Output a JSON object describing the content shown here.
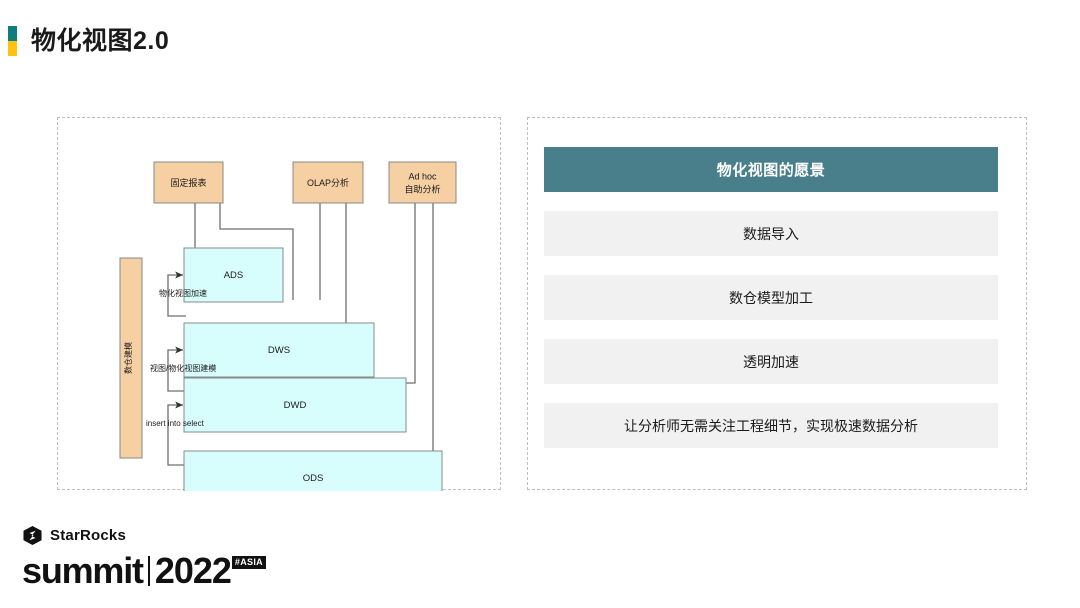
{
  "title": {
    "text": "物化视图2.0",
    "accent_top_color": "#0d7d7d",
    "accent_bottom_color": "#ffc20e"
  },
  "diagram": {
    "side_label": "数仓建模",
    "consumers": [
      {
        "id": "fixed-report",
        "label": "固定报表"
      },
      {
        "id": "olap-analysis",
        "label": "OLAP分析"
      },
      {
        "id": "ad-hoc",
        "label_line1": "Ad hoc",
        "label_line2": "自助分析"
      }
    ],
    "layers": [
      {
        "id": "ads",
        "label": "ADS"
      },
      {
        "id": "dws",
        "label": "DWS"
      },
      {
        "id": "dwd",
        "label": "DWD"
      },
      {
        "id": "ods",
        "label": "ODS"
      }
    ],
    "edge_labels": [
      {
        "id": "mv-accelerate",
        "text": "物化视图加速"
      },
      {
        "id": "view-mv-modeling",
        "text": "视图/物化视图建模"
      },
      {
        "id": "insert-into-select",
        "text": "insert into select"
      }
    ],
    "colors": {
      "consumer_fill": "#f6cfa3",
      "layer_fill": "#d8fdfd",
      "stroke": "#8a8a8a",
      "connector": "#6f6f6f"
    }
  },
  "vision": {
    "header": "物化视图的愿景",
    "items": [
      "数据导入",
      "数仓模型加工",
      "透明加速",
      "让分析师无需关注工程细节，实现极速数据分析"
    ],
    "header_color": "#497f8b",
    "item_color": "#f1f1f1"
  },
  "footer": {
    "brand": "StarRocks",
    "event": "summit",
    "year": "2022",
    "region": "#ASIA"
  }
}
